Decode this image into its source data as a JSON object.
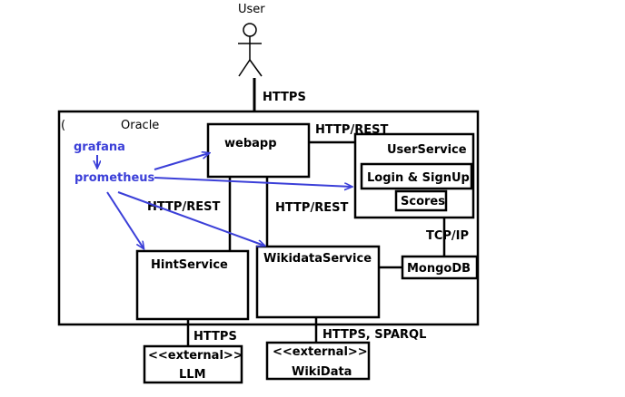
{
  "actor": {
    "label": "User"
  },
  "edges": {
    "user_webapp": "HTTPS",
    "webapp_userservice": "HTTP/REST",
    "webapp_hintservice": "HTTP/REST",
    "webapp_wikidataservice": "HTTP/REST",
    "userservice_mongodb": "TCP/IP",
    "hintservice_llm": "HTTPS",
    "wikidataservice_wikidata": "HTTPS, SPARQL"
  },
  "container": {
    "label": "Oracle"
  },
  "monitoring": {
    "grafana": "grafana",
    "prometheus": "prometheus"
  },
  "components": {
    "webapp": "webapp",
    "userservice": "UserService",
    "login_signup": "Login & SignUp",
    "scores": "Scores",
    "hintservice": "HintService",
    "wikidataservice": "WikidataService",
    "mongodb": "MongoDB"
  },
  "external": {
    "stereotype": "<<external>>",
    "llm": "LLM",
    "wikidata": "WikiData"
  },
  "colors": {
    "monitoring": "#3b3fd8",
    "lines": "#000000"
  }
}
